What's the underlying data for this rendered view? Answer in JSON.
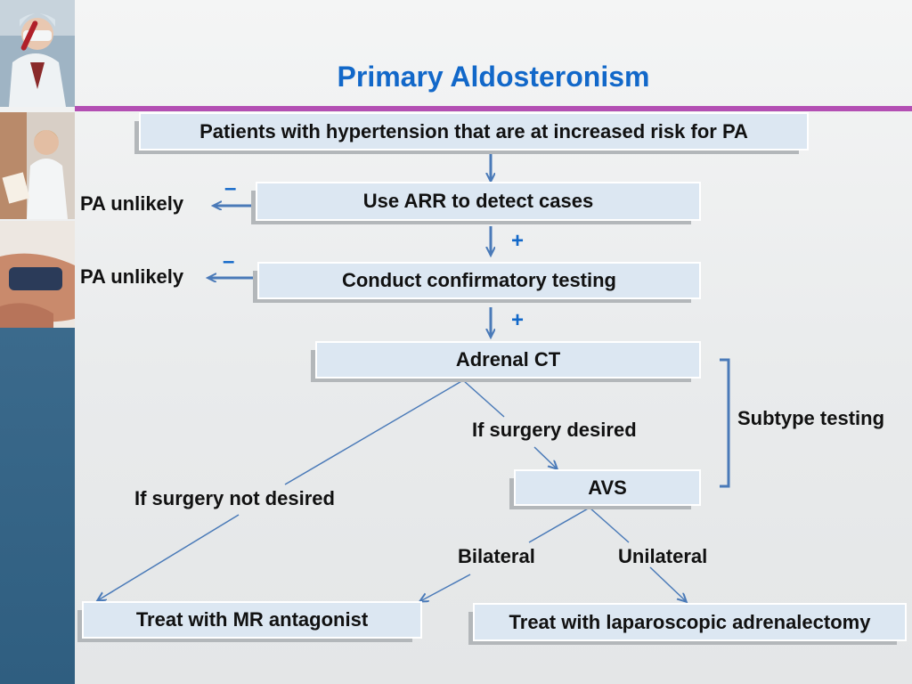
{
  "title": "Primary Aldosteronism",
  "boxes": {
    "patients": "Patients with hypertension that are at increased risk for PA",
    "arr": "Use ARR to detect cases",
    "confirm": "Conduct confirmatory testing",
    "ct": "Adrenal CT",
    "avs": "AVS",
    "mr": "Treat with MR antagonist",
    "lap": "Treat with laparoscopic adrenalectomy"
  },
  "labels": {
    "pa_unlikely_1": "PA unlikely",
    "pa_unlikely_2": "PA unlikely",
    "if_surgery_desired": "If surgery desired",
    "if_surgery_not_desired": "If surgery not desired",
    "bilateral": "Bilateral",
    "unilateral": "Unilateral",
    "subtype_testing": "Subtype testing"
  },
  "signs": {
    "minus": "–",
    "plus": "+"
  },
  "colors": {
    "title": "#1268c9",
    "arrow": "#4a7ab8",
    "box_fill": "#dce7f2",
    "rule": "#b34fb3"
  }
}
